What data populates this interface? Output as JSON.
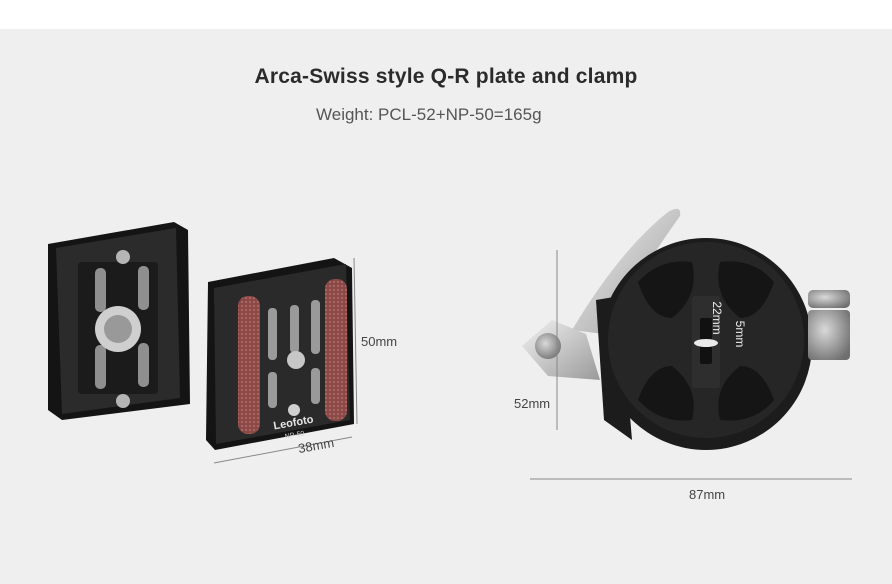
{
  "header": {
    "title": "Arca-Swiss style Q-R plate and clamp",
    "subtitle": "Weight: PCL-52+NP-50=165g"
  },
  "plate": {
    "brand": "Leofoto",
    "model": "NP-50"
  },
  "dimensions": {
    "plate_height": "50mm",
    "plate_width": "38mm",
    "clamp_height": "52mm",
    "clamp_width": "87mm",
    "slot_length": "22mm",
    "slot_width": "5mm"
  },
  "colors": {
    "background": "#efefef",
    "metal": "#1c1c1c",
    "rubber": "#8b4a48"
  }
}
